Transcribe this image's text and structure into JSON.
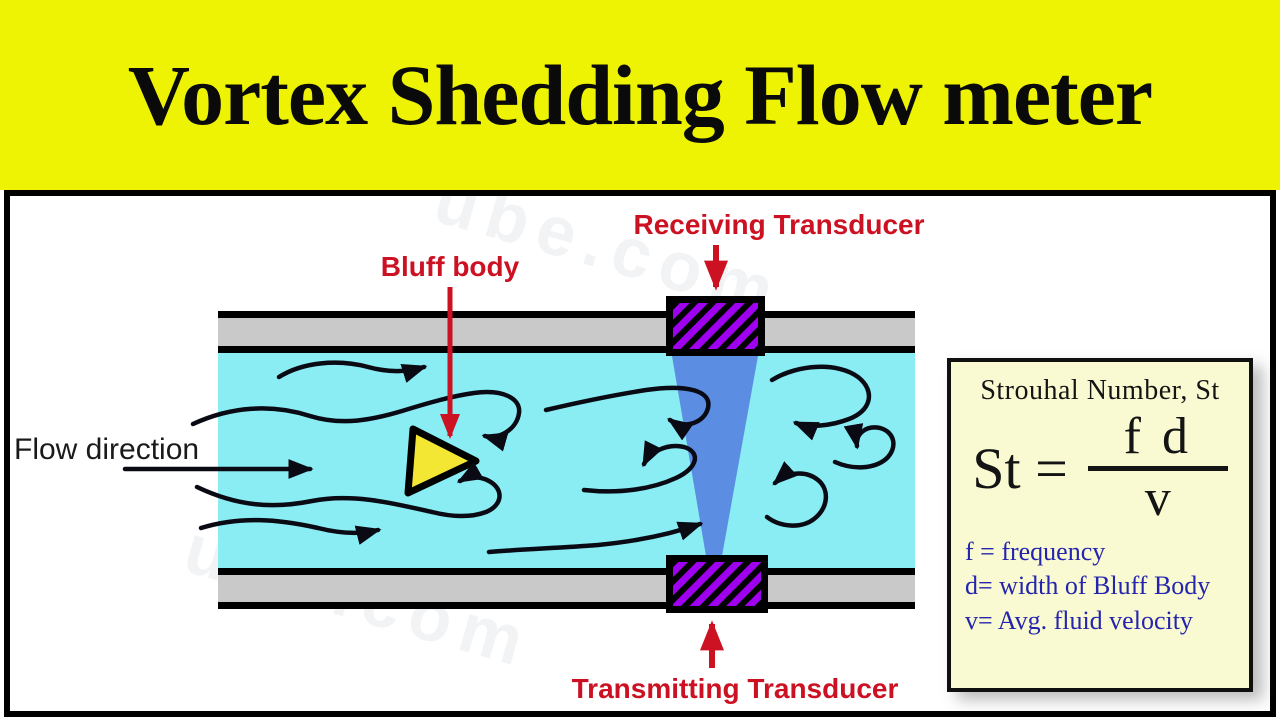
{
  "title": "Vortex Shedding Flow meter",
  "watermark": "ube.com",
  "diagram": {
    "labels": {
      "flow_direction": "Flow direction",
      "bluff_body": "Bluff body",
      "receiving_transducer": "Receiving Transducer",
      "transmitting_transducer": "Transmitting Transducer"
    },
    "parts": {
      "pipe": "pipe with gray walls",
      "fluid": "flowing fluid (cyan)",
      "beam": "ultrasonic beam between transducers",
      "bluff_body_shape": "triangular bluff body",
      "vortices": "vortex swirl flow lines"
    }
  },
  "formula_panel": {
    "heading": "Strouhal Number, St",
    "equation": {
      "lhs": "St =",
      "numerator": "f d",
      "denominator": "v"
    },
    "definitions": [
      "f = frequency",
      "d= width of Bluff Body",
      "v= Avg. fluid velocity"
    ]
  },
  "colors": {
    "banner_yellow": "#EEF303",
    "panel_bg": "#FFFFFF",
    "fluid_cyan": "#89EDF3",
    "wall_gray": "#C9C9C9",
    "beam_blue": "#5B8EE3",
    "transducer_purple": "#A000F0",
    "bluff_yellow": "#F4E733",
    "label_red": "#CC1122",
    "definition_blue": "#2424AE",
    "line_black": "#0A0A14",
    "formula_bg": "#FAFAD2"
  }
}
